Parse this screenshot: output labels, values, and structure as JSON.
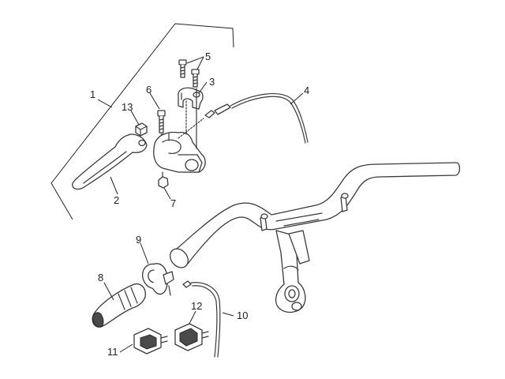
{
  "callouts": {
    "c1": "1",
    "c2": "2",
    "c3": "3",
    "c4": "4",
    "c5": "5",
    "c6": "6",
    "c7": "7",
    "c8": "8",
    "c9": "9",
    "c10": "10",
    "c11": "11",
    "c12": "12",
    "c13": "13"
  },
  "colors": {
    "line": "#3a3a3a",
    "background": "#ffffff",
    "fill_dark": "#4a4a4a"
  }
}
